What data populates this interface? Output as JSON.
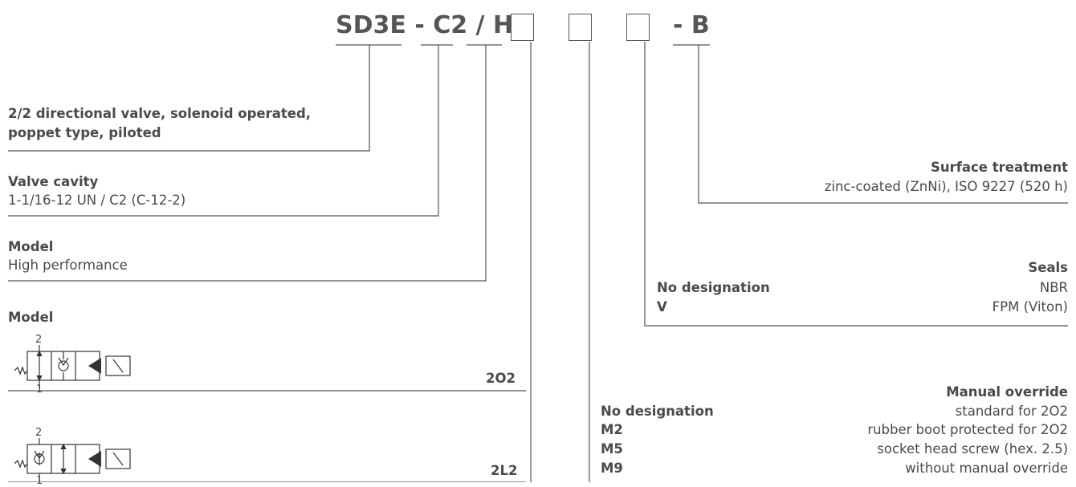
{
  "code": {
    "part1": "SD3E - C2 / H",
    "part2": "- B"
  },
  "valve_type": {
    "line1": "2/2 directional valve, solenoid operated,",
    "line2": "poppet type, piloted"
  },
  "valve_cavity": {
    "title": "Valve cavity",
    "value": "1-1/16-12 UN / C2 (C-12-2)"
  },
  "model_perf": {
    "title": "Model",
    "value": "High performance"
  },
  "model_symbols": {
    "title": "Model",
    "options": [
      {
        "code": "2O2",
        "port_top": "2",
        "port_bottom": "1"
      },
      {
        "code": "2L2",
        "port_top": "2",
        "port_bottom": "1"
      }
    ]
  },
  "surface": {
    "title": "Surface treatment",
    "value": "zinc-coated (ZnNi), ISO 9227 (520 h)"
  },
  "seals": {
    "title": "Seals",
    "options": [
      {
        "code": "No designation",
        "desc": "NBR"
      },
      {
        "code": "V",
        "desc": "FPM (Viton)"
      }
    ]
  },
  "manual_override": {
    "title": "Manual override",
    "options": [
      {
        "code": "No designation",
        "desc": "standard for 2O2"
      },
      {
        "code": "M2",
        "desc": "rubber boot protected for 2O2"
      },
      {
        "code": "M5",
        "desc": "socket head screw (hex. 2.5)"
      },
      {
        "code": "M9",
        "desc": "without manual override"
      }
    ]
  }
}
